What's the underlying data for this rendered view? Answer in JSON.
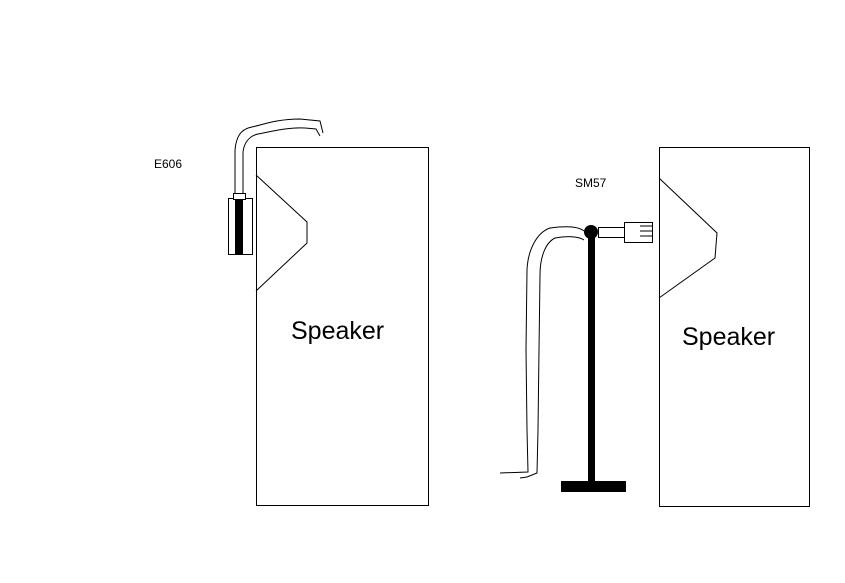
{
  "labels": {
    "mic_left": "E606",
    "mic_right": "SM57",
    "speaker_left": "Speaker",
    "speaker_right": "Speaker"
  },
  "colors": {
    "stroke": "#000000",
    "background": "#ffffff"
  }
}
